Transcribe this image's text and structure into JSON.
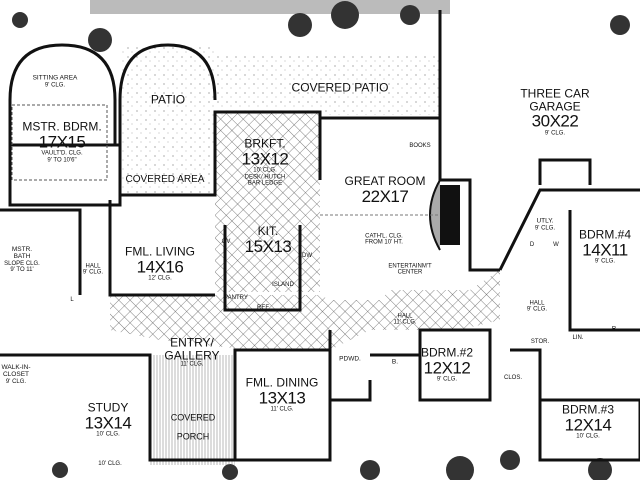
{
  "title": "House floor plan",
  "rooms": {
    "sitting_area": {
      "name": "SITTING AREA",
      "clg": "9' CLG."
    },
    "master_bedroom": {
      "name": "MSTR. BDRM.",
      "size": "17X15",
      "clg": "VAULT'D. CLG.",
      "clg2": "9' TO 10'6\""
    },
    "patio": {
      "name": "PATIO"
    },
    "covered_patio": {
      "name": "COVERED PATIO"
    },
    "garage": {
      "name": "THREE CAR",
      "name2": "GARAGE",
      "size": "30X22",
      "clg": "9' CLG."
    },
    "covered_area": {
      "name": "COVERED AREA"
    },
    "breakfast": {
      "name": "BRKFT.",
      "size": "13X12",
      "clg": "10' CLG.",
      "note1": "DESK/ HUTCH",
      "note2": "BAR LEDGE"
    },
    "great_room": {
      "name": "GREAT ROOM",
      "size": "22X17",
      "clg": "CATH'L. CLG.",
      "clg2": "FROM 10' HT.",
      "books": "BOOKS",
      "entertainment": "ENTERTAINM'T",
      "entertainment2": "CENTER"
    },
    "kitchen": {
      "name": "KIT.",
      "size": "15X13",
      "island": "ISLAND",
      "pantry": "PANTRY",
      "ref": "REF",
      "ov": "OV",
      "dw": "DW"
    },
    "family_living": {
      "name": "FML. LIVING",
      "size": "14X16",
      "clg": "12' CLG."
    },
    "master_bath": {
      "name": "MSTR.",
      "name2": "BATH",
      "clg": "SLOPE CLG.",
      "clg2": "9' TO 11'"
    },
    "hall_master": {
      "name": "HALL",
      "clg": "9' CLG."
    },
    "linen": "L",
    "walk_in_closet": {
      "name": "WALK-IN-",
      "name2": "CLOSET",
      "clg": "9' CLG."
    },
    "study": {
      "name": "STUDY",
      "size": "13X14",
      "clg": "10' CLG.",
      "clg2": "10' CLG."
    },
    "entry_gallery": {
      "name": "ENTRY/",
      "name2": "GALLERY",
      "clg": "11' CLG."
    },
    "covered_porch": {
      "name": "COVERED",
      "name2": "PORCH"
    },
    "family_dining": {
      "name": "FML. DINING",
      "size": "13X13",
      "clg": "11' CLG."
    },
    "powder": {
      "name": "PDWD."
    },
    "bath_b": "B.",
    "hall_main": {
      "name": "HALL",
      "clg": "11' CLG."
    },
    "bedroom2": {
      "name": "BDRM.#2",
      "size": "12X12",
      "clg": "9' CLG."
    },
    "bedroom3": {
      "name": "BDRM.#3",
      "size": "12X14",
      "clg": "10' CLG."
    },
    "bedroom4": {
      "name": "BDRM.#4",
      "size": "14X11",
      "clg": "9' CLG."
    },
    "utility": {
      "name": "UTLY.",
      "clg": "9' CLG.",
      "dryer": "D",
      "washer": "W"
    },
    "hall_bed": {
      "name": "HALL",
      "clg": "9' CLG."
    },
    "storage": "STOR.",
    "closet": "CLOS.",
    "lin": "LIN.",
    "bath_b2": "B"
  }
}
